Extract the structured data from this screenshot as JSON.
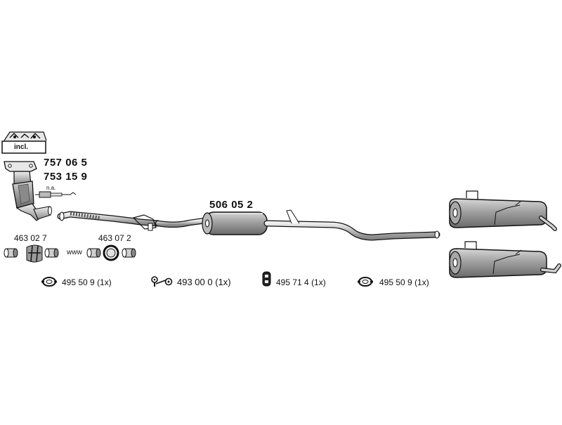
{
  "kit_box": {
    "label": "incl."
  },
  "front": {
    "part_numbers": [
      "757 06 5",
      "753 15 9"
    ],
    "sensor_note": "n.a."
  },
  "clamp_sets": [
    {
      "part_number": "463 02 7"
    },
    {
      "part_number": "463 07 2"
    }
  ],
  "spring_label": "www",
  "middle_silencer": {
    "part_number": "506 05 2"
  },
  "mounting_parts": [
    {
      "part_number": "495 50 9",
      "qty": "(1x)",
      "icon": "gasket-ring-icon"
    },
    {
      "part_number": "493 00 0",
      "qty": "(1x)",
      "icon": "bolt-set-icon"
    },
    {
      "part_number": "495 71 4",
      "qty": "(1x)",
      "icon": "rubber-hanger-icon"
    },
    {
      "part_number": "495 50 9",
      "qty": "(1x)",
      "icon": "gasket-ring-icon"
    }
  ],
  "colors": {
    "line": "#1a1a1a",
    "metal_fill": "#9a9a9a",
    "metal_light": "#c8c8c8",
    "metal_dark": "#6e6e6e"
  }
}
